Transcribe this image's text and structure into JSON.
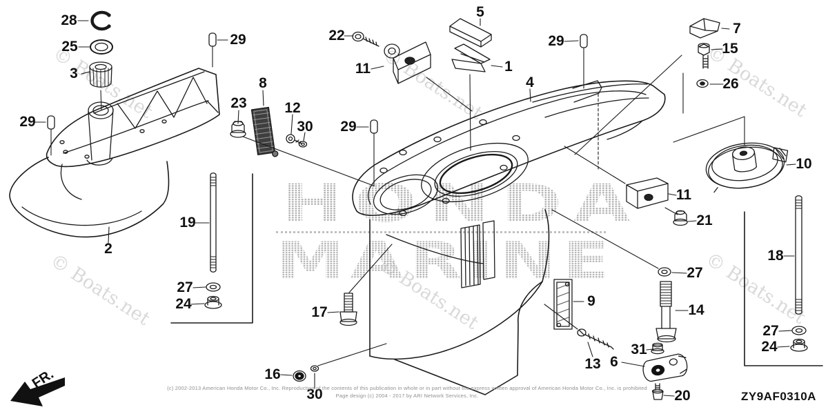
{
  "diagram": {
    "code": "ZY9AF0310A",
    "direction_label": "FR.",
    "watermark_text": "© Boats.net",
    "center_watermark_line1": "HONDA",
    "center_watermark_line2": "MARINE",
    "copyright_line1": "(c) 2002-2013 American Honda Motor Co., Inc. Reproduction of the contents of this publication in whole or in part without the express written approval of American Honda Motor Co., Inc. is prohibited",
    "copyright_line2": "Page design (c) 2004 - 2017 by ARI Network Services, Inc.",
    "colors": {
      "line": "#1a1a1a",
      "watermark": "#d9d9d9",
      "halftone_dots": "#b3b3b3",
      "background": "#ffffff"
    }
  },
  "callouts": [
    {
      "label": "28"
    },
    {
      "label": "25"
    },
    {
      "label": "3"
    },
    {
      "label": "29"
    },
    {
      "label": "29"
    },
    {
      "label": "2"
    },
    {
      "label": "8"
    },
    {
      "label": "23"
    },
    {
      "label": "12"
    },
    {
      "label": "30"
    },
    {
      "label": "29"
    },
    {
      "label": "22"
    },
    {
      "label": "11"
    },
    {
      "label": "5"
    },
    {
      "label": "1"
    },
    {
      "label": "4"
    },
    {
      "label": "29"
    },
    {
      "label": "7"
    },
    {
      "label": "15"
    },
    {
      "label": "26"
    },
    {
      "label": "10"
    },
    {
      "label": "11"
    },
    {
      "label": "21"
    },
    {
      "label": "19"
    },
    {
      "label": "27"
    },
    {
      "label": "24"
    },
    {
      "label": "17"
    },
    {
      "label": "16"
    },
    {
      "label": "30"
    },
    {
      "label": "9"
    },
    {
      "label": "13"
    },
    {
      "label": "27"
    },
    {
      "label": "14"
    },
    {
      "label": "31"
    },
    {
      "label": "6"
    },
    {
      "label": "20"
    },
    {
      "label": "18"
    },
    {
      "label": "27"
    },
    {
      "label": "24"
    }
  ]
}
